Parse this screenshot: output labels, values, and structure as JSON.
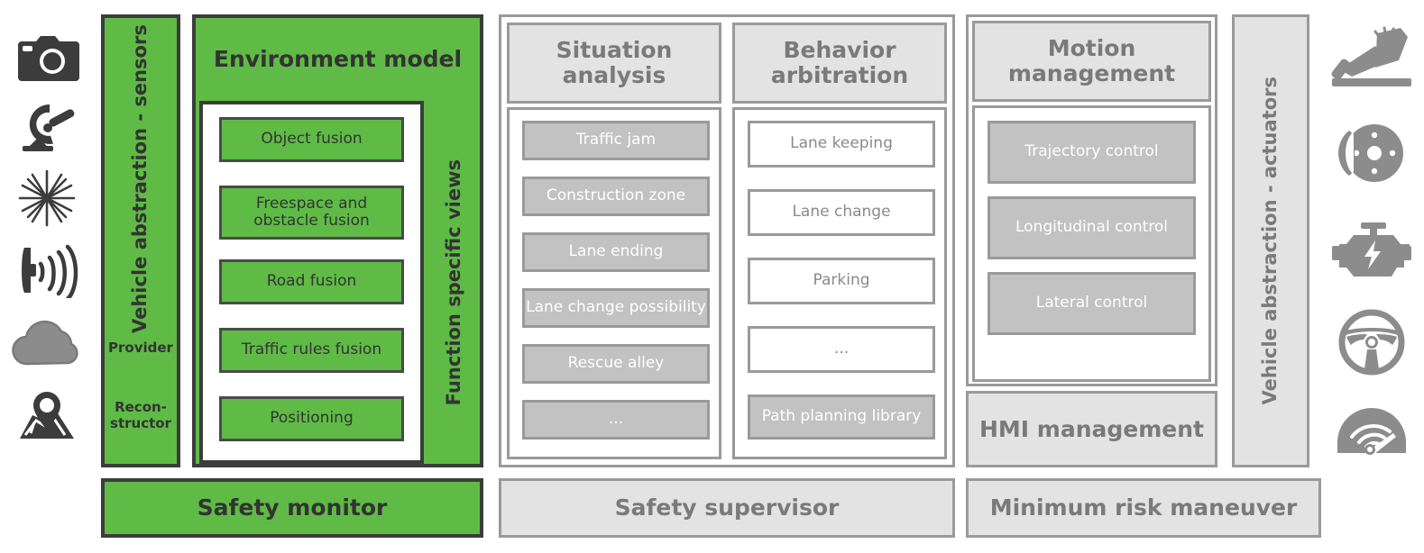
{
  "diagram": {
    "title": "Automated driving functional architecture",
    "colors": {
      "green": "#5FBB46",
      "dark_border": "#3C3C3C",
      "gray_fill": "#C2C2C2",
      "gray_header": "#E3E3E3",
      "gray_border": "#9A9A9A",
      "gray_text": "#7A7A7A",
      "icon_dark": "#3C3C3C",
      "icon_gray": "#8C8C8C"
    }
  },
  "sensor_icons": [
    {
      "name": "camera-icon",
      "label": "Camera"
    },
    {
      "name": "radar-icon",
      "label": "Radar"
    },
    {
      "name": "lidar-icon",
      "label": "Lidar"
    },
    {
      "name": "ultrasonic-icon",
      "label": "Ultrasonic sensor"
    },
    {
      "name": "cloud-icon",
      "label": "Cloud / backend"
    },
    {
      "name": "map-pin-icon",
      "label": "Map and localization"
    }
  ],
  "actuator_icons": [
    {
      "name": "pedal-icon",
      "label": "Pedal"
    },
    {
      "name": "brake-disc-icon",
      "label": "Brake"
    },
    {
      "name": "engine-icon",
      "label": "Powertrain"
    },
    {
      "name": "steering-wheel-icon",
      "label": "Steering"
    },
    {
      "name": "gauge-icon",
      "label": "Dynamics / speed"
    }
  ],
  "sensor_abstraction": {
    "title": "Vehicle abstraction - sensors",
    "roles": [
      "Provider",
      "Recon-\nstructor"
    ],
    "role_provider": "Provider",
    "role_reconstructor_line1": "Recon-",
    "role_reconstructor_line2": "structor"
  },
  "environment_model": {
    "title": "Environment model",
    "side_label": "Function specific views",
    "items": [
      {
        "label": "Object fusion"
      },
      {
        "label": "Freespace and\nobstacle fusion",
        "line1": "Freespace and",
        "line2": "obstacle fusion"
      },
      {
        "label": "Road fusion"
      },
      {
        "label": "Traffic rules fusion"
      },
      {
        "label": "Positioning"
      }
    ]
  },
  "situation_analysis": {
    "title_line1": "Situation",
    "title_line2": "analysis",
    "items": [
      {
        "label": "Traffic jam"
      },
      {
        "label": "Construction zone"
      },
      {
        "label": "Lane ending"
      },
      {
        "label": "Lane change possibility"
      },
      {
        "label": "Rescue alley"
      },
      {
        "label": "..."
      }
    ]
  },
  "behavior_arbitration": {
    "title_line1": "Behavior",
    "title_line2": "arbitration",
    "items": [
      {
        "label": "Lane keeping",
        "style": "white"
      },
      {
        "label": "Lane change",
        "style": "white"
      },
      {
        "label": "Parking",
        "style": "white"
      },
      {
        "label": "...",
        "style": "white"
      },
      {
        "label": "Path planning library",
        "style": "filled"
      }
    ]
  },
  "motion_management": {
    "title_line1": "Motion",
    "title_line2": "management",
    "items": [
      {
        "label": "Trajectory control"
      },
      {
        "label": "Longitudinal control"
      },
      {
        "label": "Lateral control"
      }
    ]
  },
  "hmi_management": {
    "title": "HMI management"
  },
  "actuator_abstraction": {
    "title": "Vehicle abstraction - actuators"
  },
  "bottom_row": {
    "safety_monitor": "Safety monitor",
    "safety_supervisor": "Safety supervisor",
    "minimum_risk_maneuver": "Minimum risk maneuver"
  }
}
